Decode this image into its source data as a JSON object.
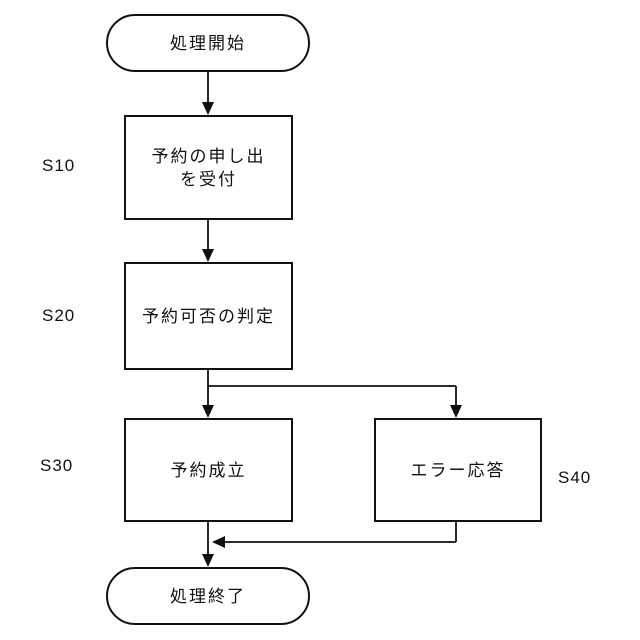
{
  "diagram": {
    "nodes": {
      "start": {
        "label": "処理開始"
      },
      "s10": {
        "step": "S10",
        "label": "予約の申し出\nを受付"
      },
      "s20": {
        "step": "S20",
        "label": "予約可否の判定"
      },
      "s30": {
        "step": "S30",
        "label": "予約成立"
      },
      "s40": {
        "step": "S40",
        "label": "エラー応答"
      },
      "end": {
        "label": "処理終了"
      }
    },
    "edges": [
      {
        "from": "start",
        "to": "s10"
      },
      {
        "from": "s10",
        "to": "s20"
      },
      {
        "from": "s20",
        "to": "s30"
      },
      {
        "from": "s20",
        "to": "s40"
      },
      {
        "from": "s30",
        "to": "end"
      },
      {
        "from": "s40",
        "to": "end"
      }
    ],
    "colors": {
      "line": "#111111",
      "background": "#ffffff"
    }
  }
}
